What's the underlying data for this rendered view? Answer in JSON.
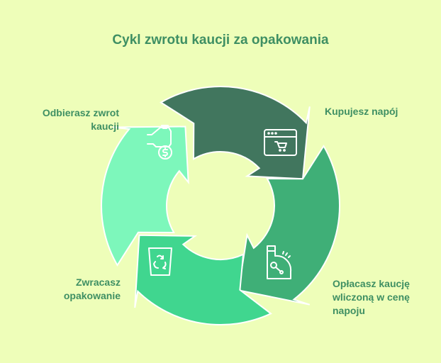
{
  "title": "Cykl zwrotu kaucji za opakowania",
  "colors": {
    "background": "#EEFEB9",
    "text": "#3E8F63",
    "step1": "#41765E",
    "step2": "#3FAF77",
    "step3": "#40D68F",
    "step4": "#7DF7BB"
  },
  "steps": [
    {
      "label": "Kupujesz napój",
      "icon": "cart-browser-icon",
      "color": "#41765E"
    },
    {
      "label": "Opłacasz kaucję wliczoną w cenę napoju",
      "icon": "cash-register-icon",
      "color": "#3FAF77"
    },
    {
      "label": "Zwracasz opakowanie",
      "icon": "recycle-bin-icon",
      "color": "#40D68F"
    },
    {
      "label": "Odbierasz zwrot kaucji",
      "icon": "money-bag-hand-icon",
      "color": "#7DF7BB"
    }
  ]
}
